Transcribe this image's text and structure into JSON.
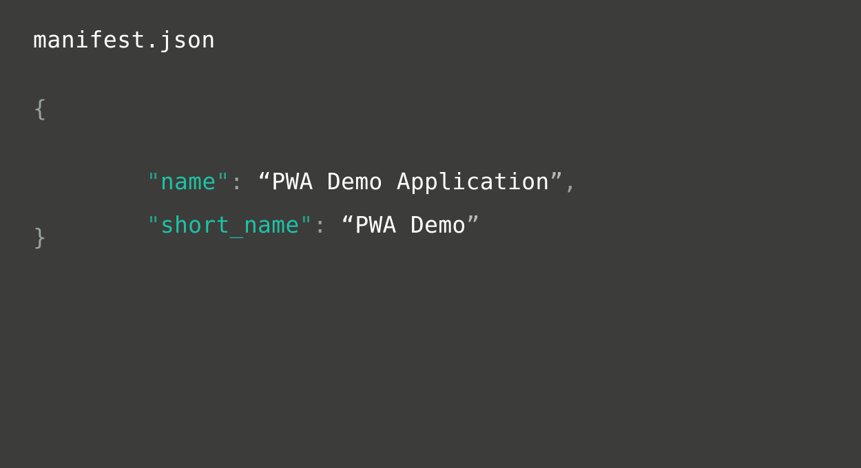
{
  "slide": {
    "title": "manifest.json",
    "brace_open": "{",
    "brace_close": "}",
    "entries": [
      {
        "key": "name",
        "value": "PWA Demo Application",
        "trailing": ","
      },
      {
        "key": "short_name",
        "value": "PWA Demo",
        "trailing": ""
      }
    ],
    "key_quote": "\"",
    "colon": ": ",
    "value_open_quote": "“",
    "value_close_quote": "”"
  },
  "colors": {
    "background": "#3c3c3b",
    "key": "#1ec1a4",
    "text": "#ffffff",
    "punctuation": "#9aa0a0"
  }
}
